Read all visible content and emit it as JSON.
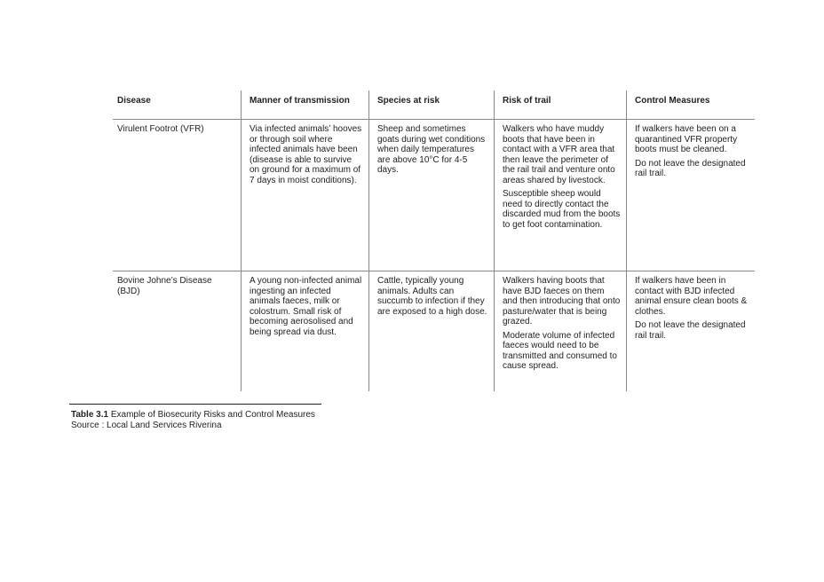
{
  "table": {
    "headers": [
      "Disease",
      "Manner of transmission",
      "Species at risk",
      "Risk of trail",
      "Control Measures"
    ],
    "rows": [
      {
        "disease": "Virulent Footrot (VFR)",
        "transmission": "Via infected animals’ hooves or through soil where infected animals have been (disease is able to survive on ground for a maximum of 7 days in moist conditions).",
        "species": "Sheep and sometimes goats during wet conditions when daily temperatures are above 10°C for 4-5 days.",
        "risk": [
          "Walkers who have muddy boots that have been in contact with a VFR area that then leave the perimeter of the rail trail and venture onto areas shared by livestock.",
          "Susceptible sheep would need to directly contact the discarded mud from the boots to get foot contamination."
        ],
        "control": [
          "If walkers have been on a quarantined VFR property boots must be cleaned.",
          "Do not leave the designated rail trail."
        ]
      },
      {
        "disease": "Bovine Johne’s Disease (BJD)",
        "transmission": "A young non-infected animal ingesting an infected animals faeces, milk or colostrum. Small risk of becoming aerosolised and being spread via dust.",
        "species": "Cattle, typically young animals. Adults can succumb to infection if they are exposed to a high dose.",
        "risk": [
          "Walkers having boots that have BJD faeces on them and then introducing that onto pasture/water that is being grazed.",
          "Moderate volume of infected faeces would need to be transmitted and consumed to cause spread."
        ],
        "control": [
          "If walkers have been in contact with BJD infected animal ensure clean boots & clothes.",
          "Do not leave the designated rail trail."
        ]
      }
    ]
  },
  "caption": {
    "label": "Table 3.1",
    "text": " Example of Biosecurity Risks and Control Measures",
    "source": "Source : Local Land Services Riverina"
  }
}
